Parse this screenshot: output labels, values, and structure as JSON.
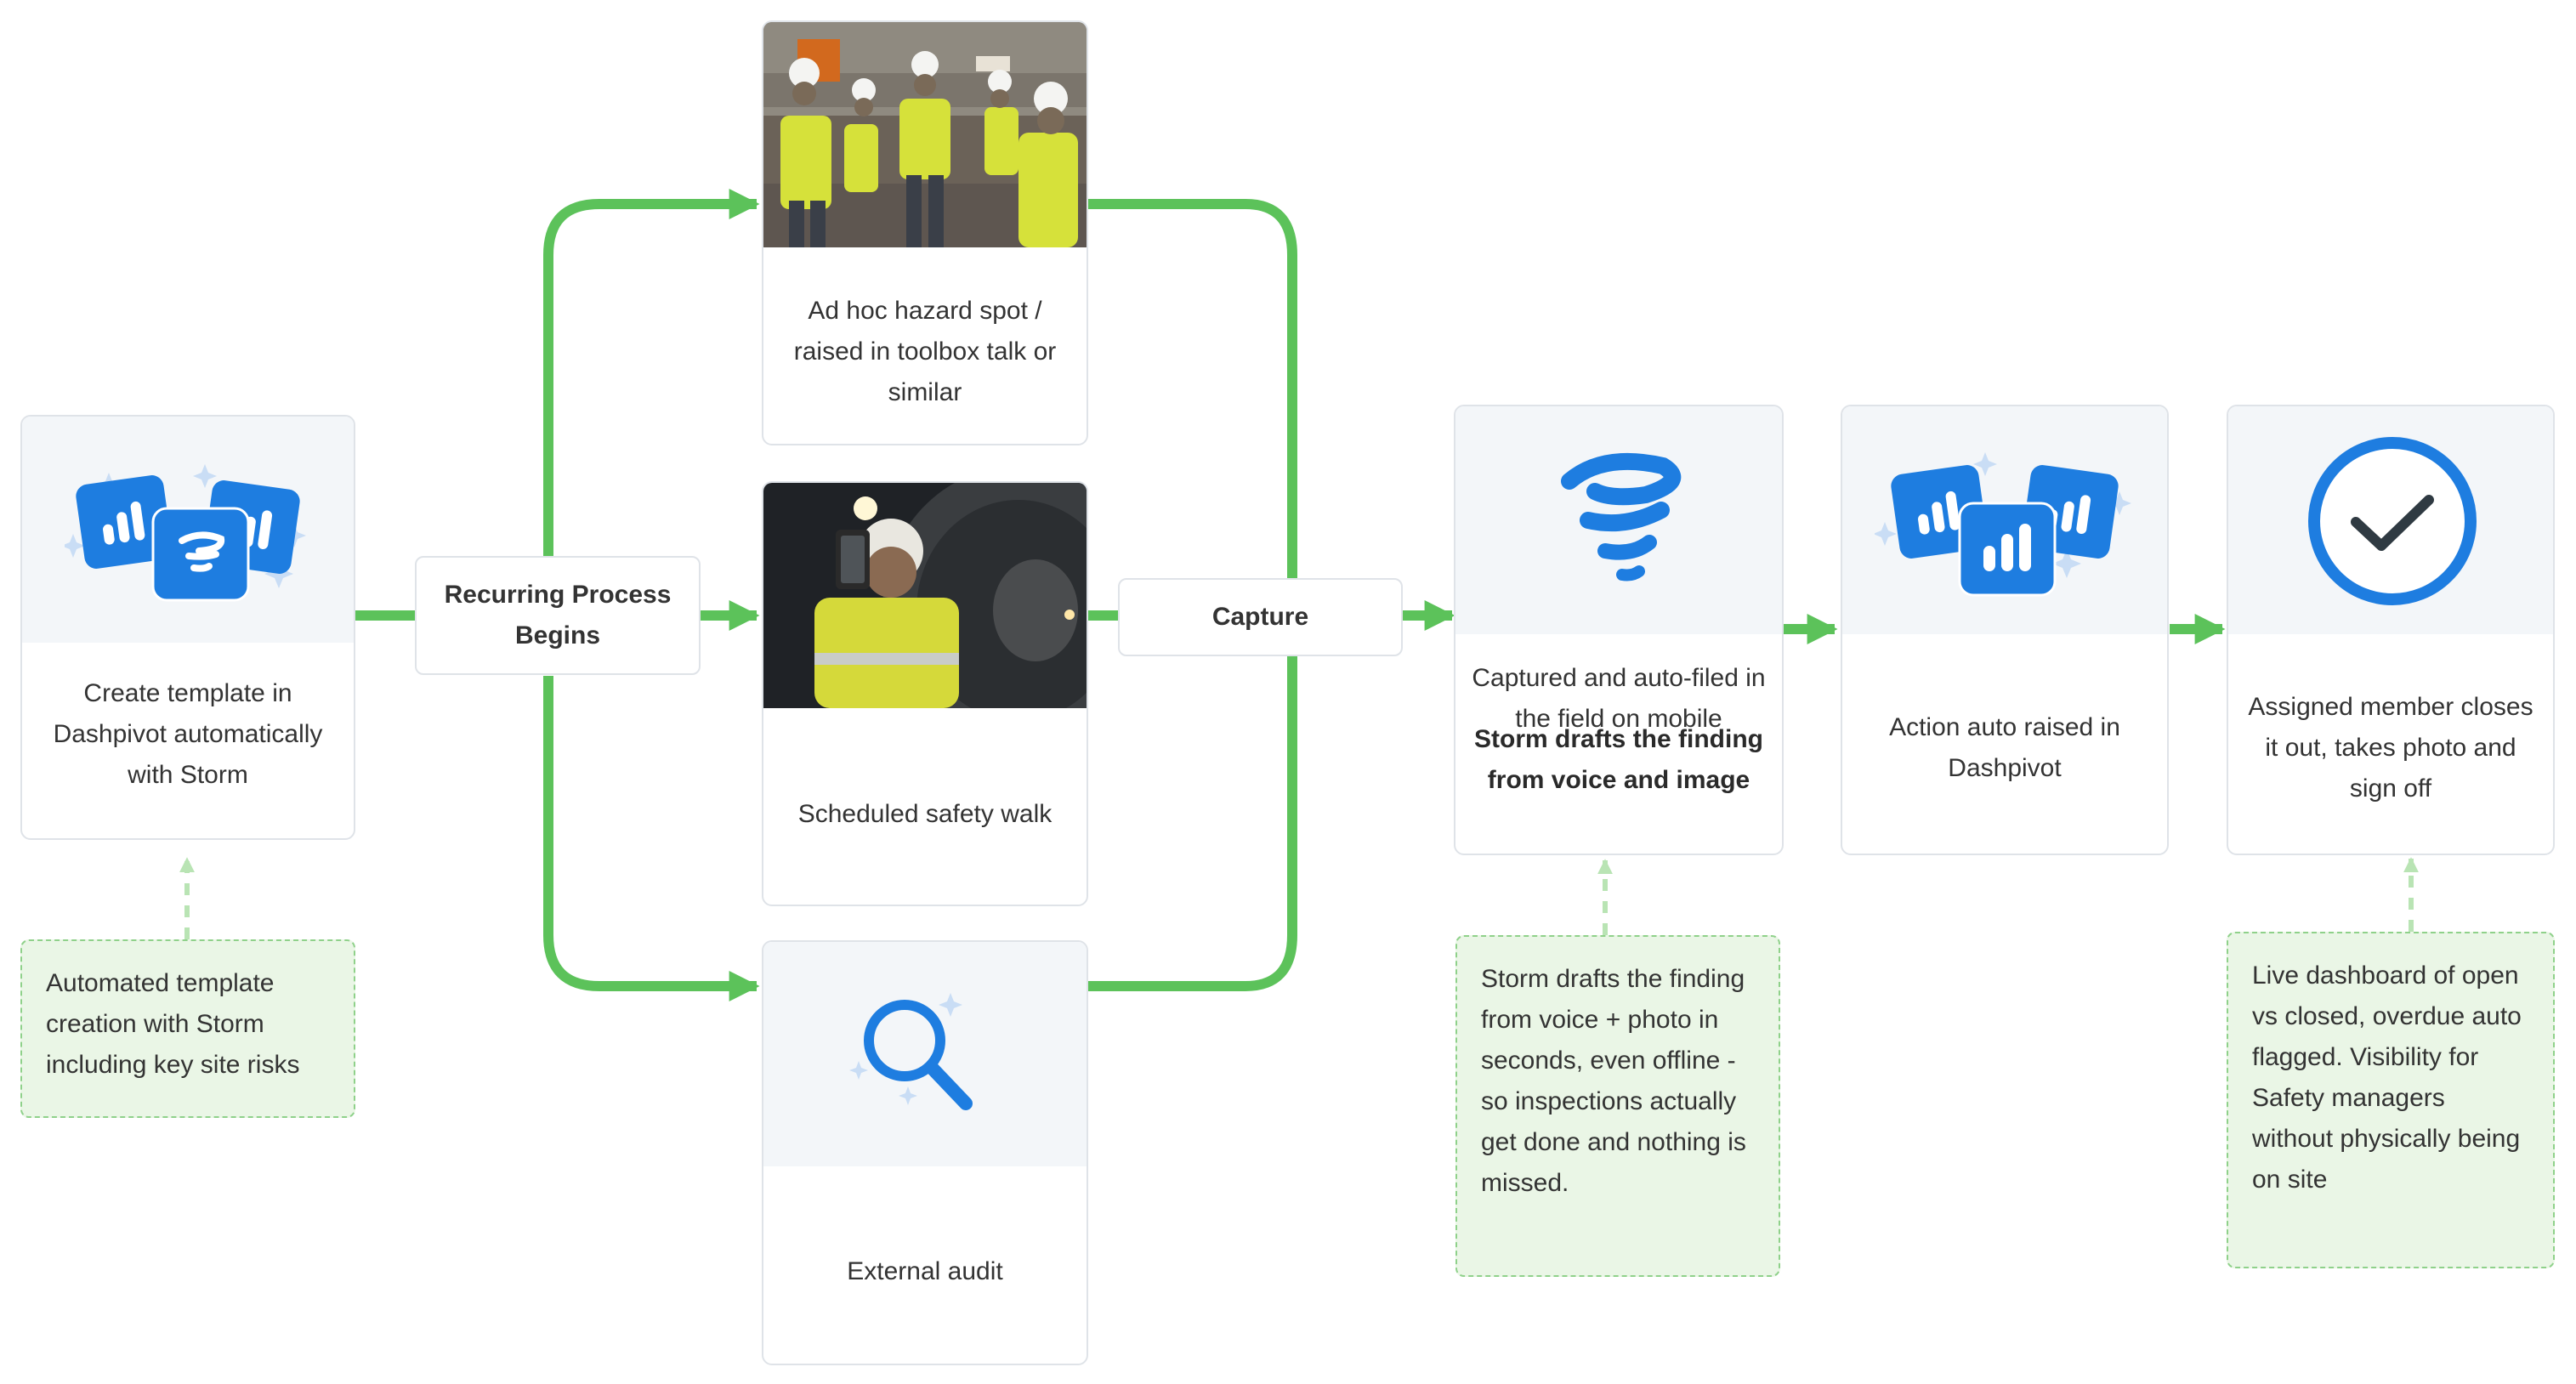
{
  "colors": {
    "accent_green": "#5cc25a",
    "note_fill": "#eaf6e6",
    "brand_blue": "#1e7de0",
    "card_band": "#f3f6f9"
  },
  "start_card": {
    "icon": "dashpivot-storm-app-icons",
    "text": "Create template in Dashpivot automatically with Storm"
  },
  "start_note": {
    "text": "Automated template creation with Storm including key site risks"
  },
  "recurring": {
    "label": "Recurring Process Begins"
  },
  "triggers": [
    {
      "media": "toolbox-talk-photo",
      "text": "Ad hoc hazard spot / raised in toolbox talk or similar"
    },
    {
      "media": "tunnel-worker-photo",
      "text": "Scheduled safety walk"
    },
    {
      "media": "magnifier-icon",
      "text": "External audit"
    }
  ],
  "capture": {
    "label": "Capture"
  },
  "storm_card": {
    "icon": "storm-icon",
    "text": "Captured and auto-filed in the field on mobile",
    "bold": "Storm drafts the finding from voice and image"
  },
  "storm_note": {
    "text": "Storm drafts the finding from voice + photo in seconds, even offline - so inspections actually get done and nothing is missed."
  },
  "action_card": {
    "icon": "dashpivot-app-icons",
    "text": "Action auto raised in Dashpivot"
  },
  "close_card": {
    "icon": "check-circle-icon",
    "text": "Assigned member closes it out, takes photo and sign off"
  },
  "close_note": {
    "text": "Live dashboard of open vs closed, overdue auto flagged. Visibility for Safety managers without physically being on site"
  }
}
